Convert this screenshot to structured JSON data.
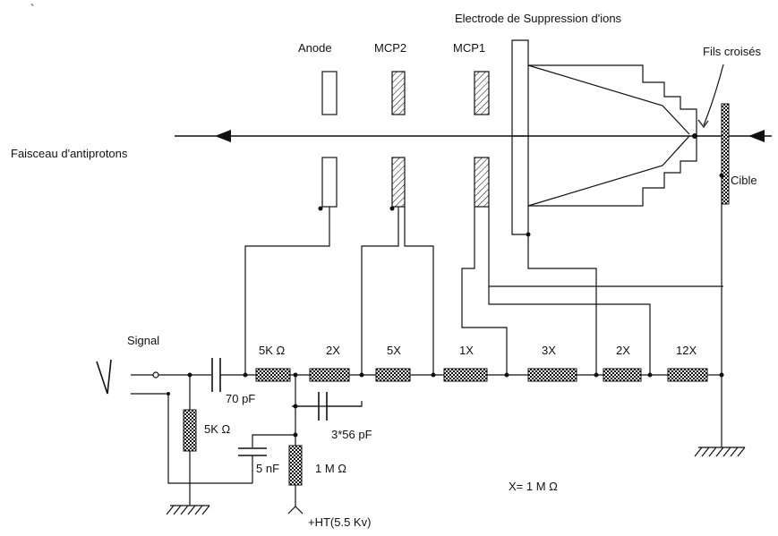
{
  "labels": {
    "electrode": "Electrode de Suppression d'ions",
    "fils": "Fils croisés",
    "anode": "Anode",
    "mcp2": "MCP2",
    "mcp1": "MCP1",
    "faisceau": "Faisceau d'antiprotons",
    "cible": "Cible",
    "signal": "Signal",
    "c70": "70 pF",
    "r5k_top": "5K Ω",
    "r5k_left": "5K Ω",
    "c3x56": "3*56 pF",
    "c5n": "5 nF",
    "r1m": "1 M Ω",
    "ht": "+HT(5.5 Kv)",
    "xdef": "X= 1 M Ω",
    "tick": "`"
  },
  "resistors": [
    {
      "id": "r-5k",
      "label": "5K Ω"
    },
    {
      "id": "r-2x",
      "label": "2X"
    },
    {
      "id": "r-5x",
      "label": "5X"
    },
    {
      "id": "r-1x",
      "label": "1X"
    },
    {
      "id": "r-3x",
      "label": "3X"
    },
    {
      "id": "r-2x-b",
      "label": "2X"
    },
    {
      "id": "r-12x",
      "label": "12X"
    }
  ],
  "colors": {
    "line": "#111111",
    "background": "#ffffff"
  }
}
